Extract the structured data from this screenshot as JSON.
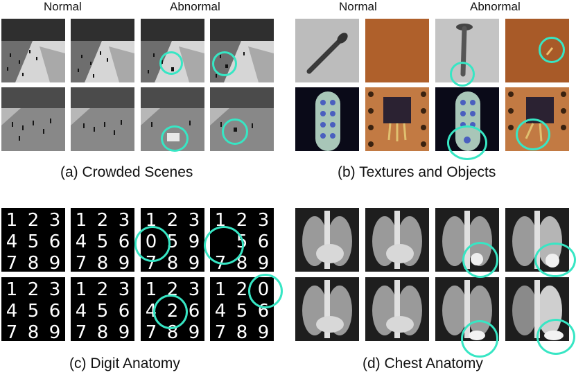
{
  "panels": {
    "a": {
      "caption": "(a) Crowded Scenes",
      "normal_label": "Normal",
      "abnormal_label": "Abnormal"
    },
    "b": {
      "caption": "(b) Textures and Objects",
      "normal_label": "Normal",
      "abnormal_label": "Abnormal"
    },
    "c": {
      "caption": "(c) Digit Anatomy"
    },
    "d": {
      "caption": "(d) Chest Anatomy"
    }
  },
  "digits": {
    "d1": [
      "1",
      "2",
      "3",
      "4",
      "5",
      "6",
      "7",
      "8",
      "9"
    ],
    "d2": [
      "1",
      "2",
      "3",
      "4",
      "5",
      "6",
      "7",
      "8",
      "9"
    ],
    "d3": [
      "1",
      "2",
      "3",
      "0",
      "5",
      "9",
      "7",
      "8",
      "9"
    ],
    "d4": [
      "1",
      "2",
      "3",
      "",
      "5",
      "6",
      "7",
      "8",
      "9"
    ],
    "d5": [
      "1",
      "2",
      "3",
      "4",
      "5",
      "6",
      "7",
      "8",
      "9"
    ],
    "d6": [
      "1",
      "2",
      "3",
      "4",
      "5",
      "6",
      "7",
      "8",
      "9"
    ],
    "d7": [
      "1",
      "2",
      "3",
      "4",
      "2",
      "6",
      "7",
      "8",
      "9"
    ],
    "d8": [
      "1",
      "2",
      "0",
      "4",
      "5",
      "6",
      "7",
      "8",
      "9"
    ]
  },
  "colors": {
    "highlight": "#37e6c4",
    "background": "#ffffff"
  }
}
